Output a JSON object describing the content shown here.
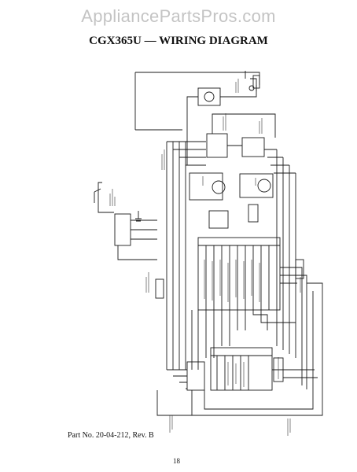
{
  "watermark": "AppliancePartsPros.com",
  "title": "CGX365U — WIRING DIAGRAM",
  "part_number": "Part No. 20-04-212, Rev. B",
  "page_number": "18"
}
